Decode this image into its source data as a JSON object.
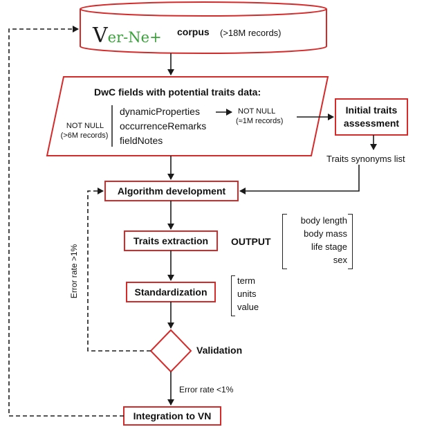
{
  "corpus": {
    "logo_letters": [
      "V",
      "er",
      "Ne"
    ],
    "label": "corpus",
    "records": "(>18M records)"
  },
  "dwc": {
    "title": "DwC fields with potential traits data:",
    "not_null_left": [
      "NOT NULL",
      "(>6M records)"
    ],
    "fields": [
      "dynamicProperties",
      "occurrenceRemarks",
      "fieldNotes"
    ],
    "not_null_right": [
      "NOT NULL",
      "(≈1M records)"
    ]
  },
  "initial": {
    "label": [
      "Initial traits",
      "assessment"
    ]
  },
  "synonyms": "Traits synonyms list",
  "algorithm": "Algorithm development",
  "extraction": "Traits extraction",
  "output": {
    "label": "OUTPUT",
    "items": [
      "body length",
      "body mass",
      "life stage",
      "sex"
    ]
  },
  "standardization": {
    "label": "Standardization",
    "items": [
      "term",
      "units",
      "value"
    ]
  },
  "validation": "Validation",
  "error_high": "Error rate  >1%",
  "error_low": "Error rate <1%",
  "integration": "Integration to VN",
  "colors": {
    "box_border": "#d42a2a",
    "line": "#1a1a1a",
    "logo_green": "#3aa23a"
  }
}
